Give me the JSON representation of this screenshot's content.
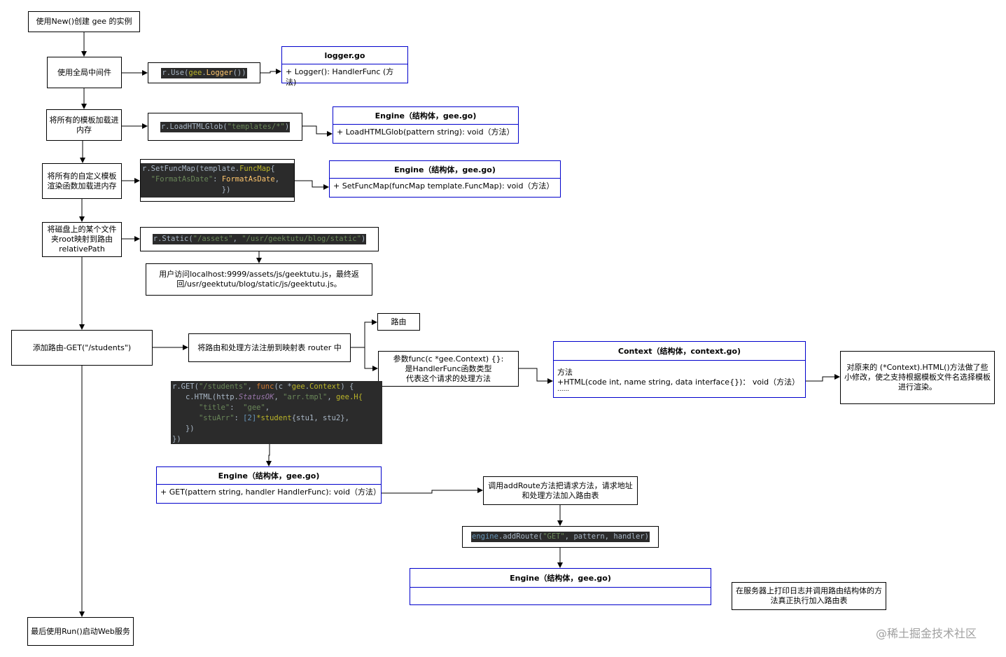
{
  "flow": {
    "create_instance": "使用New()创建 gee 的实例",
    "global_middleware": "使用全局中间件",
    "load_templates": "将所有的模板加载进内存",
    "load_funcs": "将所有的自定义模板渲染函数加载进内存",
    "static_map": "将磁盘上的某个文件夹root映射到路由relativePath",
    "add_route": "添加路由-GET(\"/students\")",
    "run_server": "最后使用Run()启动Web服务"
  },
  "code": {
    "use_logger": {
      "recv": "r",
      "call": "Use",
      "pkg": "gee",
      "fn": "Logger"
    },
    "load_glob": {
      "recv": "r",
      "call": "LoadHTMLGlob",
      "arg": "\"templates/*\""
    },
    "set_funcmap": {
      "recv": "r",
      "call": "SetFuncMap",
      "pkg": "template",
      "type": "FuncMap",
      "key": "\"FormatAsDate\"",
      "value": "FormatAsDate",
      "tail": "})"
    },
    "static": {
      "recv": "r",
      "call": "Static",
      "arg1": "\"/assets\"",
      "arg2": "\"/usr/geektutu/blog/static\""
    },
    "get_handler": {
      "l1_recv": "r",
      "l1_call": "GET",
      "l1_path": "\"/students\"",
      "l1_func": "func",
      "l1_param": "c *",
      "l1_pkg": "gee",
      "l1_type": "Context",
      "l2_recv": "c",
      "l2_call": "HTML",
      "l2_pkg": "http",
      "l2_const": "StatusOK",
      "l2_tpl": "\"arr.tmpl\"",
      "l2_h": "gee.H{",
      "l3_key": "\"title\"",
      "l3_val": "\"gee\"",
      "l4_key": "\"stuArr\"",
      "l4_arr": "[2]",
      "l4_type": "*student",
      "l4_vals": "{stu1, stu2},",
      "l5": "})",
      "l6": "})"
    },
    "add_route": {
      "recv": "engine",
      "call": "addRoute",
      "arg1": "\"GET\"",
      "arg2": "pattern",
      "arg3": "handler"
    }
  },
  "classes": {
    "logger": {
      "title": "logger.go",
      "member": "+ Logger(): HandlerFunc (方法)"
    },
    "engine_glob": {
      "title": "Engine（结构体，gee.go)",
      "member": "+ LoadHTMLGlob(pattern string): void（方法）"
    },
    "engine_funcmap": {
      "title": "Engine（结构体，gee.go)",
      "member": "+ SetFuncMap(funcMap template.FuncMap): void（方法）"
    },
    "context": {
      "title": "Context（结构体，context.go)",
      "member1": "方法",
      "member2": "+HTML(code int, name string, data interface{})：  void（方法）",
      "member3": "......"
    },
    "engine_get": {
      "title": "Engine（结构体，gee.go)",
      "member": "+ GET(pattern string, handler HandlerFunc): void（方法）"
    },
    "engine_bottom": {
      "title": "Engine（结构体，gee.go)"
    }
  },
  "notes": {
    "static_access": "用户访问localhost:9999/assets/js/geektutu.js，最终返回/usr/geektutu/blog/static/js/geektutu.js。",
    "register_route": "将路由和处理方法注册到映射表 router 中",
    "route": "路由",
    "param_func": "参数func(c *gee.Context) {}:\n是HandlerFunc函数类型\n代表这个请求的处理方法",
    "html_note": "对原来的 (*Context).HTML()方法做了些小修改，使之支持根据模板文件名选择模板进行渲染。",
    "add_route_call": "调用addRoute方法把请求方法，请求地址和处理方法加入路由表",
    "server_log": "在服务器上打印日志并调用路由结构体的方法真正执行加入路由表"
  },
  "watermark": "@稀土掘金技术社区"
}
